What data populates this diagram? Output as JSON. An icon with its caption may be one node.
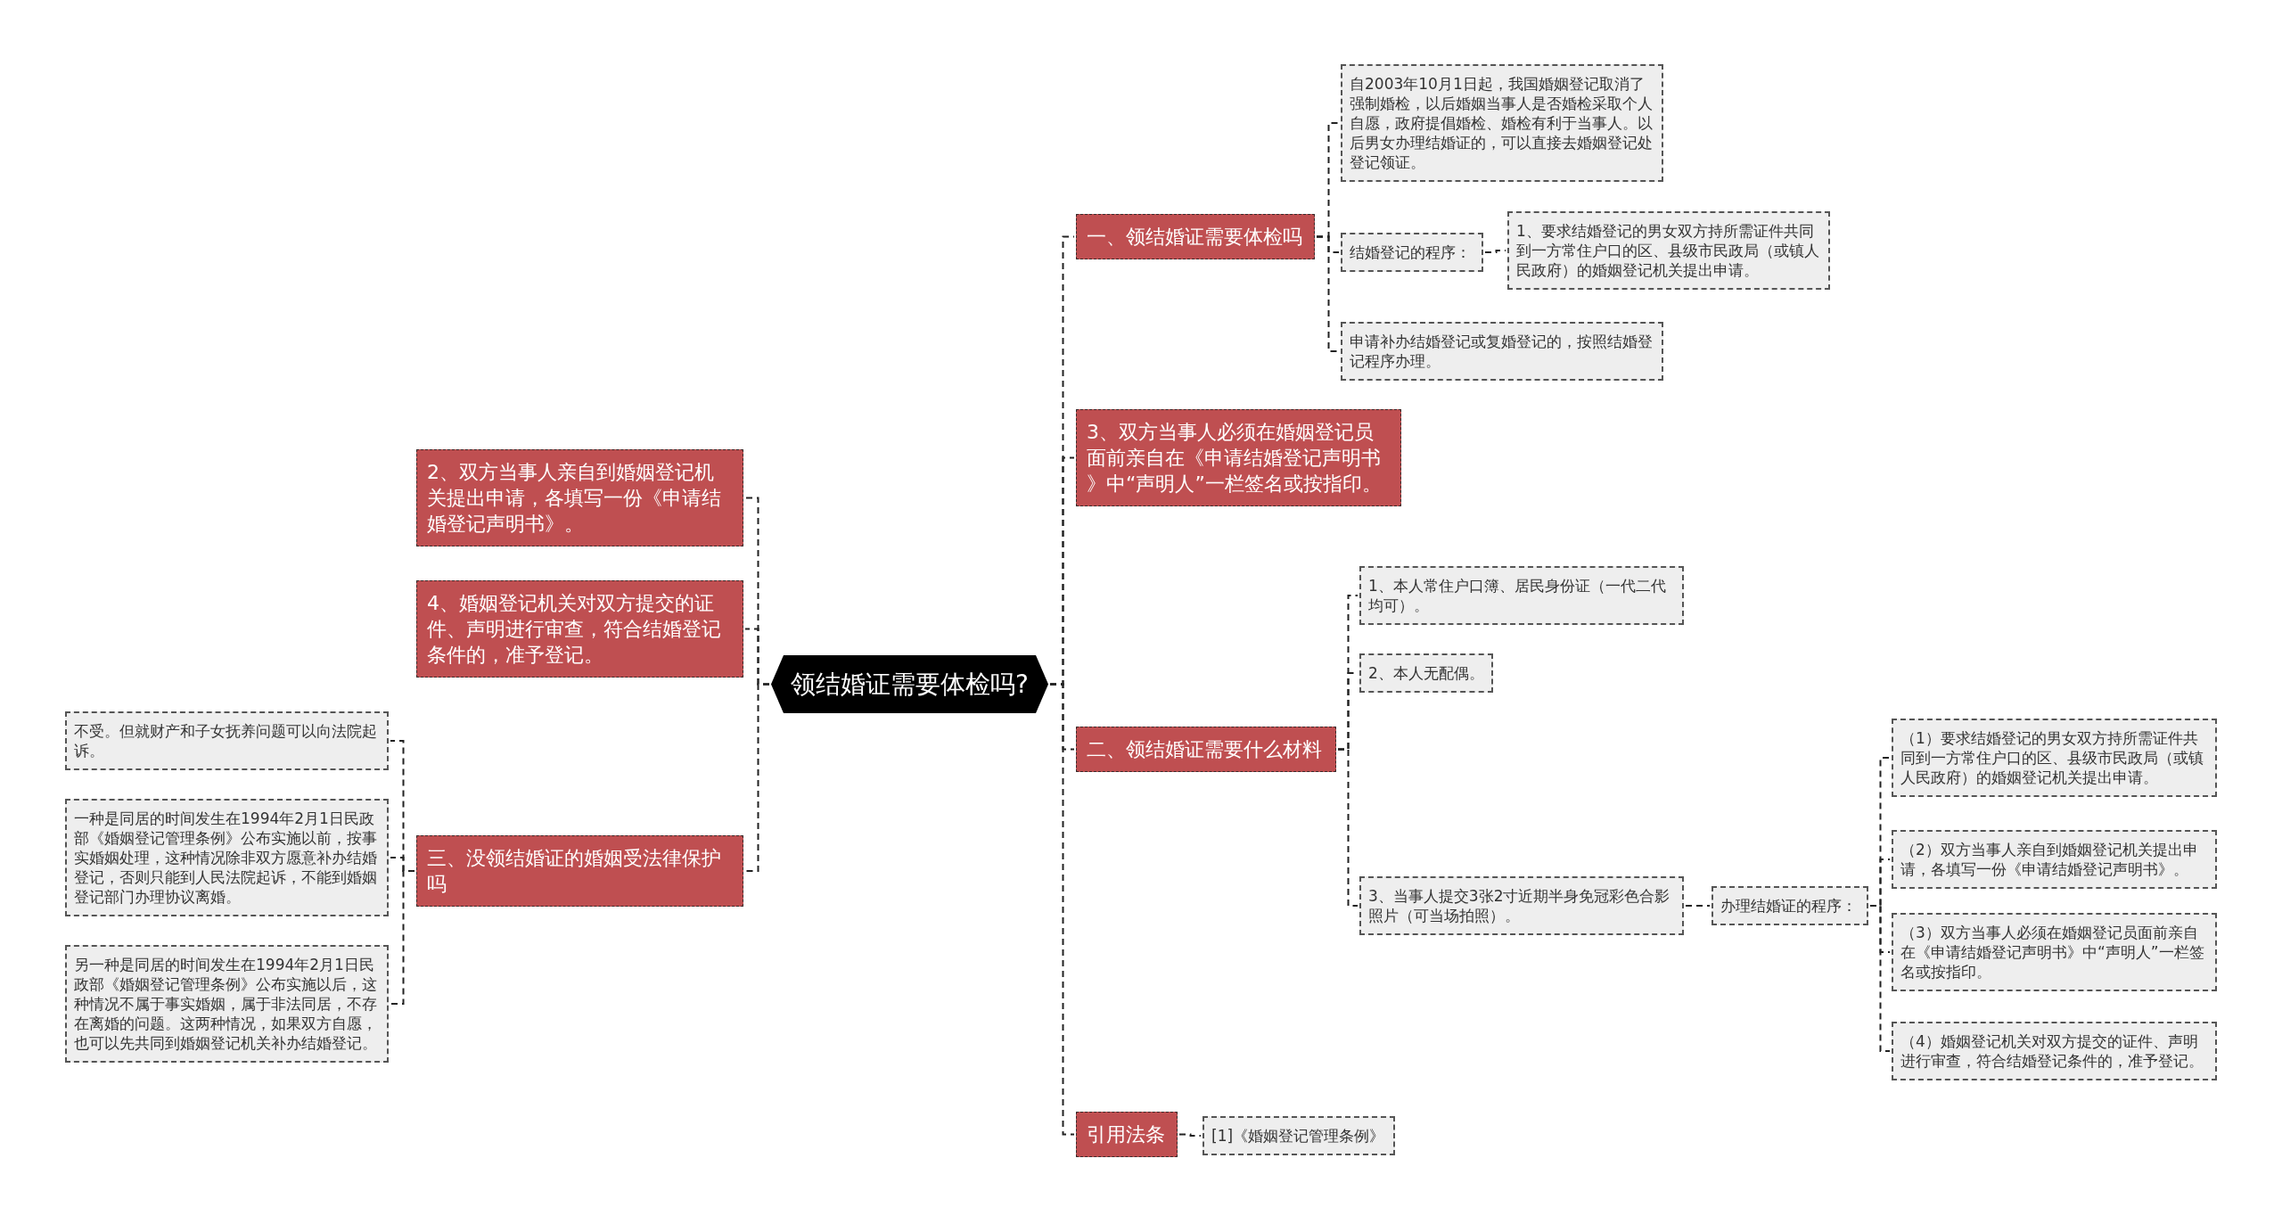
{
  "diagram": {
    "nodes": [
      {
        "text": [
          "领结婚证需要体检吗?"
        ]
      },
      {
        "text": [
          "一、领结婚证需要体检吗"
        ]
      },
      {
        "text": [
          "自2003年10月1日起，我国婚姻登记取消了强制婚检，以后婚姻当事人是否婚检采取个人自愿，政府提倡婚检、婚检有利于当事人。以后男女办理结婚证的，可以直接去婚姻登记处登记领证。"
        ]
      },
      {
        "text": [
          "结婚登记的程序："
        ]
      },
      {
        "text": [
          "1、要求结婚登记的男女双方持所需证件共同到一方常住户口的区、县级市民政局（或镇人民政府）的婚姻登记机关提出申请。"
        ]
      },
      {
        "text": [
          "申请补办结婚登记或复婚登记的，按照结婚登记程序办理。"
        ]
      },
      {
        "text": [
          "3、双方当事人必须在婚姻登记员面前亲自在《申请结婚登记声明书》中“声明人”一栏签名或按指印。"
        ]
      },
      {
        "text": [
          "二、领结婚证需要什么材料"
        ]
      },
      {
        "text": [
          "1、本人常住户口簿、居民身份证（一代二代均可）。"
        ]
      },
      {
        "text": [
          "2、本人无配偶。"
        ]
      },
      {
        "text": [
          "3、当事人提交3张2寸近期半身免冠彩色合影照片（可当场拍照）。"
        ]
      },
      {
        "text": [
          "办理结婚证的程序："
        ]
      },
      {
        "text": [
          "（1）要求结婚登记的男女双方持所需证件共同到一方常住户口的区、县级市民政局（或镇人民政府）的婚姻登记机关提出申请。"
        ]
      },
      {
        "text": [
          "（2）双方当事人亲自到婚姻登记机关提出申请，各填写一份《申请结婚登记声明书》。"
        ]
      },
      {
        "text": [
          "（3）双方当事人必须在婚姻登记员面前亲自在《申请结婚登记声明书》中“声明人”一栏签名或按指印。"
        ]
      },
      {
        "text": [
          "（4）婚姻登记机关对双方提交的证件、声明进行审查，符合结婚登记条件的，准予登记。"
        ]
      },
      {
        "text": [
          "引用法条"
        ]
      },
      {
        "text": [
          "[1]《婚姻登记管理条例》"
        ]
      },
      {
        "text": [
          "2、双方当事人亲自到婚姻登记机关提出申请，各填写一份《申请结婚登记声明书》。"
        ]
      },
      {
        "text": [
          "4、婚姻登记机关对双方提交的证件、声明进行审查，符合结婚登记条件的，准予登记。"
        ]
      },
      {
        "text": [
          "三、没领结婚证的婚姻受法律保护吗"
        ]
      },
      {
        "text": [
          "不受。但就财产和子女抚养问题可以向法院起诉。"
        ]
      },
      {
        "text": [
          "一种是同居的时间发生在1994年2月1日民政部《婚姻登记管理条例》公布实施以前，按事实婚姻处理，这种情况除非双方愿意补办结婚登记，否则只能到人民法院起诉，不能到婚姻登记部门办理协议离婚。"
        ]
      },
      {
        "text": [
          "另一种是同居的时间发生在1994年2月1日民政部《婚姻登记管理条例》公布实施以后，这种情况不属于事实婚姻，属于非法同居，不存在离婚的问题。这两种情况，如果双方自愿，也可以先共同到婚姻登记机关补办结婚登记。"
        ]
      }
    ],
    "edges": [
      {
        "from": 0,
        "to": 1,
        "arrow": "none",
        "style": "dashed"
      },
      {
        "from": 1,
        "to": 2,
        "arrow": "none",
        "style": "dashed"
      },
      {
        "from": 1,
        "to": 3,
        "arrow": "none",
        "style": "dashed"
      },
      {
        "from": 3,
        "to": 4,
        "arrow": "none",
        "style": "dashed"
      },
      {
        "from": 1,
        "to": 5,
        "arrow": "none",
        "style": "dashed"
      },
      {
        "from": 0,
        "to": 6,
        "arrow": "none",
        "style": "dashed"
      },
      {
        "from": 0,
        "to": 7,
        "arrow": "none",
        "style": "dashed"
      },
      {
        "from": 7,
        "to": 8,
        "arrow": "none",
        "style": "dashed"
      },
      {
        "from": 7,
        "to": 9,
        "arrow": "none",
        "style": "dashed"
      },
      {
        "from": 7,
        "to": 10,
        "arrow": "none",
        "style": "dashed"
      },
      {
        "from": 10,
        "to": 11,
        "arrow": "none",
        "style": "dashed"
      },
      {
        "from": 11,
        "to": 12,
        "arrow": "none",
        "style": "dashed"
      },
      {
        "from": 11,
        "to": 13,
        "arrow": "none",
        "style": "dashed"
      },
      {
        "from": 11,
        "to": 14,
        "arrow": "none",
        "style": "dashed"
      },
      {
        "from": 11,
        "to": 15,
        "arrow": "none",
        "style": "dashed"
      },
      {
        "from": 0,
        "to": 16,
        "arrow": "none",
        "style": "dashed"
      },
      {
        "from": 16,
        "to": 17,
        "arrow": "none",
        "style": "dashed"
      },
      {
        "from": 0,
        "to": 18,
        "arrow": "none",
        "style": "dashed"
      },
      {
        "from": 0,
        "to": 19,
        "arrow": "none",
        "style": "dashed"
      },
      {
        "from": 0,
        "to": 20,
        "arrow": "none",
        "style": "dashed"
      },
      {
        "from": 20,
        "to": 21,
        "arrow": "none",
        "style": "dashed"
      },
      {
        "from": 20,
        "to": 22,
        "arrow": "none",
        "style": "dashed"
      },
      {
        "from": 20,
        "to": 23,
        "arrow": "none",
        "style": "dashed"
      }
    ]
  }
}
